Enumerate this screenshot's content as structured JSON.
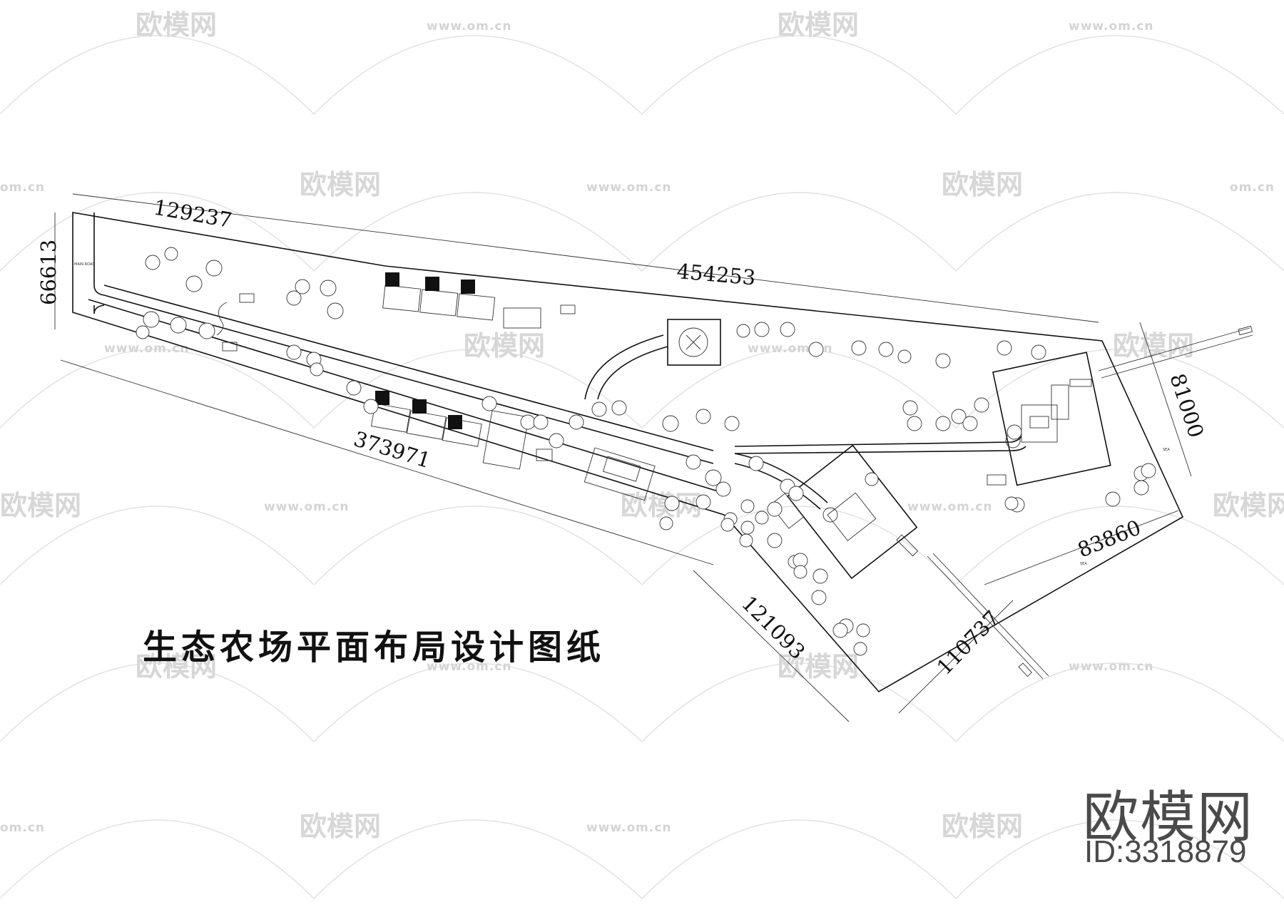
{
  "title": "生态农场平面布局设计图纸",
  "brand": {
    "name": "欧模网",
    "id": "ID:3318879"
  },
  "watermark": {
    "logo_text": "欧模网",
    "url": "www.om.cn",
    "partial_url": "om.cn"
  },
  "road_label": "MAIN ROAD",
  "sea_label": "SEA",
  "dimensions": {
    "top_left": "129237",
    "top_right": "454253",
    "left": "66613",
    "bottom_left": "373971",
    "bottom_mid": "121093",
    "bottom_right": "110737",
    "right_lower": "83860",
    "right_upper": "81000"
  },
  "colors": {
    "ink": "#111111",
    "watermark": "#d7d7d7",
    "brand": "#4a4a4a"
  }
}
